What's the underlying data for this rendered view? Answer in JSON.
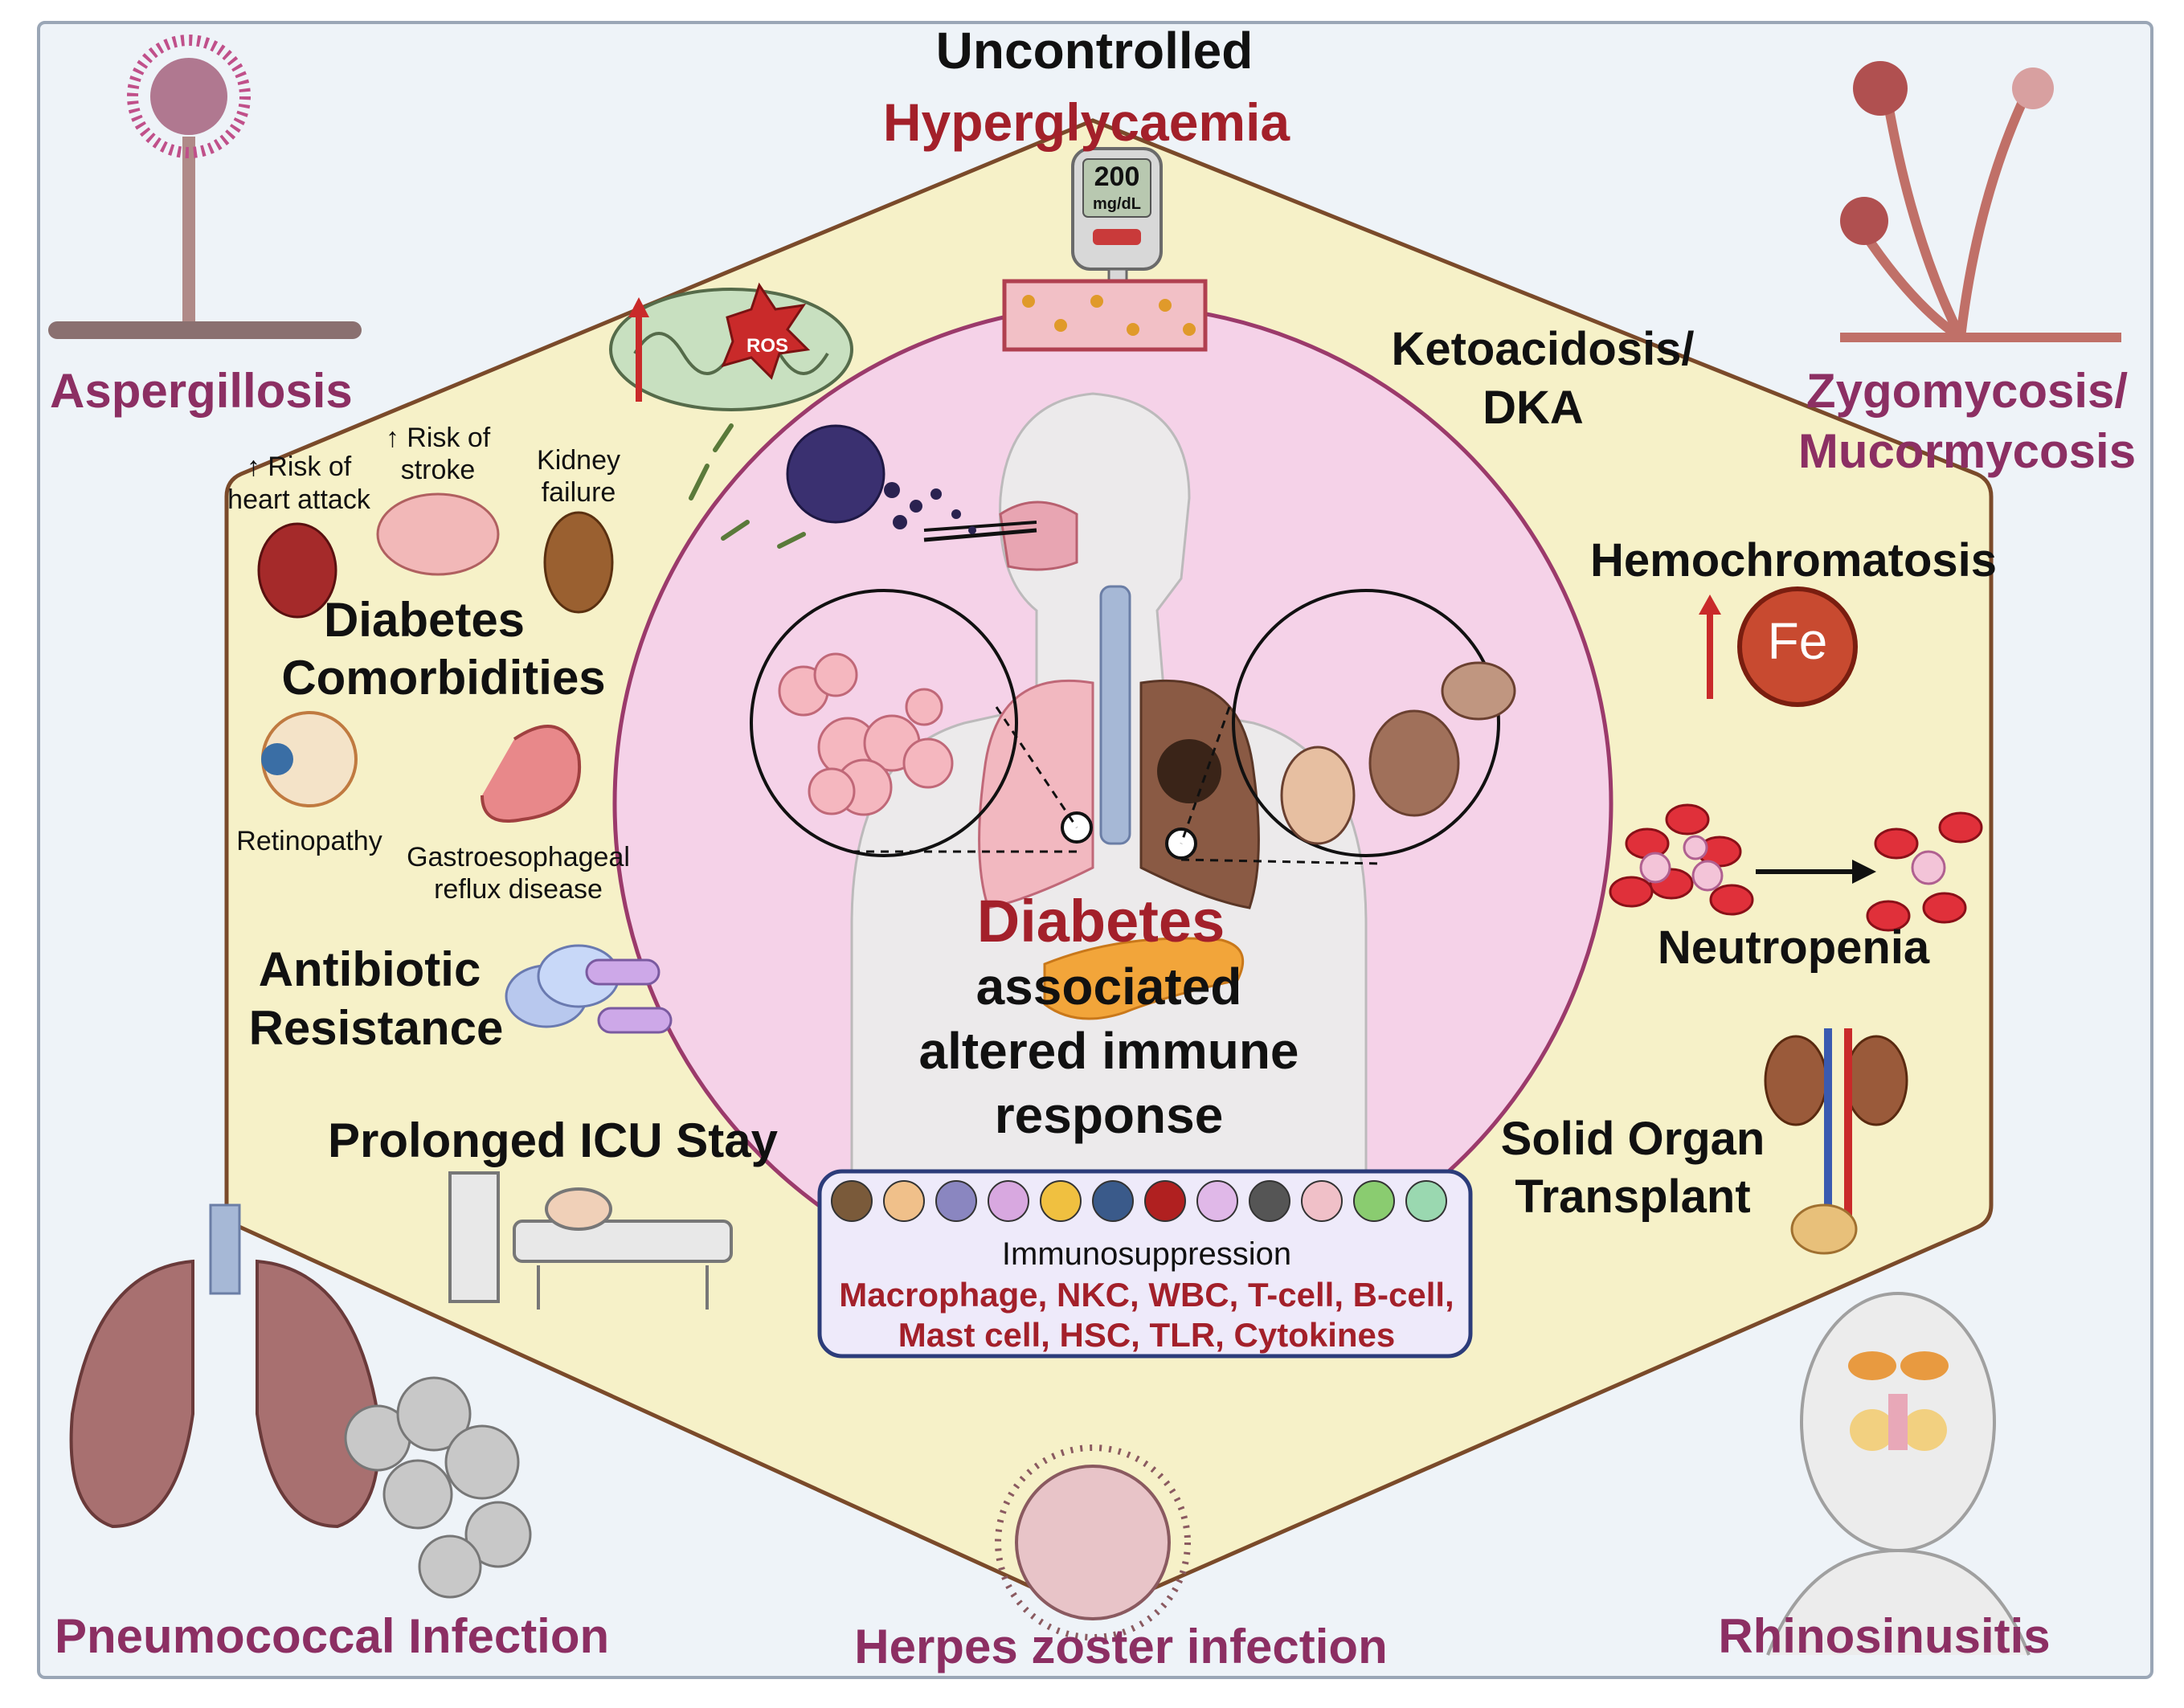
{
  "header": {
    "line1": "Uncontrolled",
    "line2": "Hyperglycaemia"
  },
  "glucometer": {
    "value": "200",
    "unit": "mg/dL",
    "blood_glucose_level_mg_dl": 200
  },
  "infections": {
    "aspergillosis": "Aspergillosis",
    "zygomycosis_1": "Zygomycosis/",
    "zygomycosis_2": "Mucormycosis",
    "pneumococcal": "Pneumococcal Infection",
    "herpes": "Herpes zoster infection",
    "rhinosinusitis": "Rhinosinusitis"
  },
  "risk_factors": {
    "ketoacidosis_1": "Ketoacidosis/",
    "ketoacidosis_2": "DKA",
    "hemochromatosis": "Hemochromatosis",
    "iron_symbol": "Fe",
    "neutropenia": "Neutropenia",
    "transplant_1": "Solid Organ",
    "transplant_2": "Transplant",
    "icu": "Prolonged ICU Stay",
    "antibiotic_1": "Antibiotic",
    "antibiotic_2": "Resistance",
    "comorbidities_1": "Diabetes",
    "comorbidities_2": "Comorbidities"
  },
  "comorbidities": {
    "heart_1": "↑ Risk of",
    "heart_2": "heart attack",
    "stroke_1": "↑ Risk of",
    "stroke_2": "stroke",
    "kidney_1": "Kidney",
    "kidney_2": "failure",
    "retinopathy": "Retinopathy",
    "gerd_1": "Gastroesophageal",
    "gerd_2": "reflux disease"
  },
  "mito": {
    "ros": "ROS"
  },
  "center": {
    "title": "Diabetes",
    "line1": "associated",
    "line2": "altered immune",
    "line3": "response"
  },
  "immune_box": {
    "title": "Immunosuppression",
    "cells_line1": "Macrophage, NKC, WBC, T-cell, B-cell,",
    "cells_line2": "Mast cell, HSC, TLR, Cytokines"
  },
  "colors": {
    "hexagon_fill": "#f6f1c8",
    "hexagon_stroke": "#7a4a2a",
    "circle_fill": "#f5d2e8",
    "circle_stroke": "#9b3a6b",
    "plum_text": "#8c2f63",
    "red_text": "#a3202a",
    "background": "#eef3f8"
  }
}
